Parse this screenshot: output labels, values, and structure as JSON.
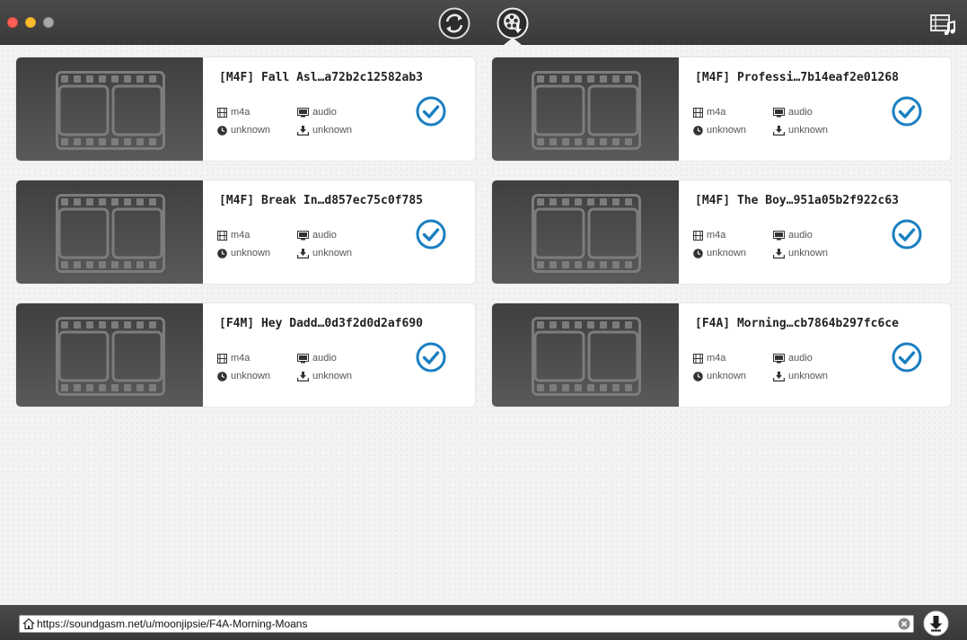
{
  "window": {
    "toolbar": {
      "convert_icon": "convert-cycle-icon",
      "download_icon": "film-reel-download-icon",
      "library_icon": "media-library-icon"
    }
  },
  "colors": {
    "accent": "#1a7fc1",
    "titlebar": "#424243",
    "card_bg": "#ffffff"
  },
  "items": [
    {
      "title": "[M4F] Fall Asl…a72b2c12582ab3",
      "format": "m4a",
      "type": "audio",
      "duration": "unknown",
      "size": "unknown",
      "selected": true
    },
    {
      "title": "[M4F] Professi…7b14eaf2e01268",
      "format": "m4a",
      "type": "audio",
      "duration": "unknown",
      "size": "unknown",
      "selected": true
    },
    {
      "title": "[M4F] Break In…d857ec75c0f785",
      "format": "m4a",
      "type": "audio",
      "duration": "unknown",
      "size": "unknown",
      "selected": true
    },
    {
      "title": "[M4F] The Boy…951a05b2f922c63",
      "format": "m4a",
      "type": "audio",
      "duration": "unknown",
      "size": "unknown",
      "selected": true
    },
    {
      "title": "[F4M] Hey Dadd…0d3f2d0d2af690",
      "format": "m4a",
      "type": "audio",
      "duration": "unknown",
      "size": "unknown",
      "selected": true
    },
    {
      "title": "[F4A] Morning…cb7864b297fc6ce",
      "format": "m4a",
      "type": "audio",
      "duration": "unknown",
      "size": "unknown",
      "selected": true
    }
  ],
  "urlbar": {
    "value": "https://soundgasm.net/u/moonjipsie/F4A-Morning-Moans"
  }
}
